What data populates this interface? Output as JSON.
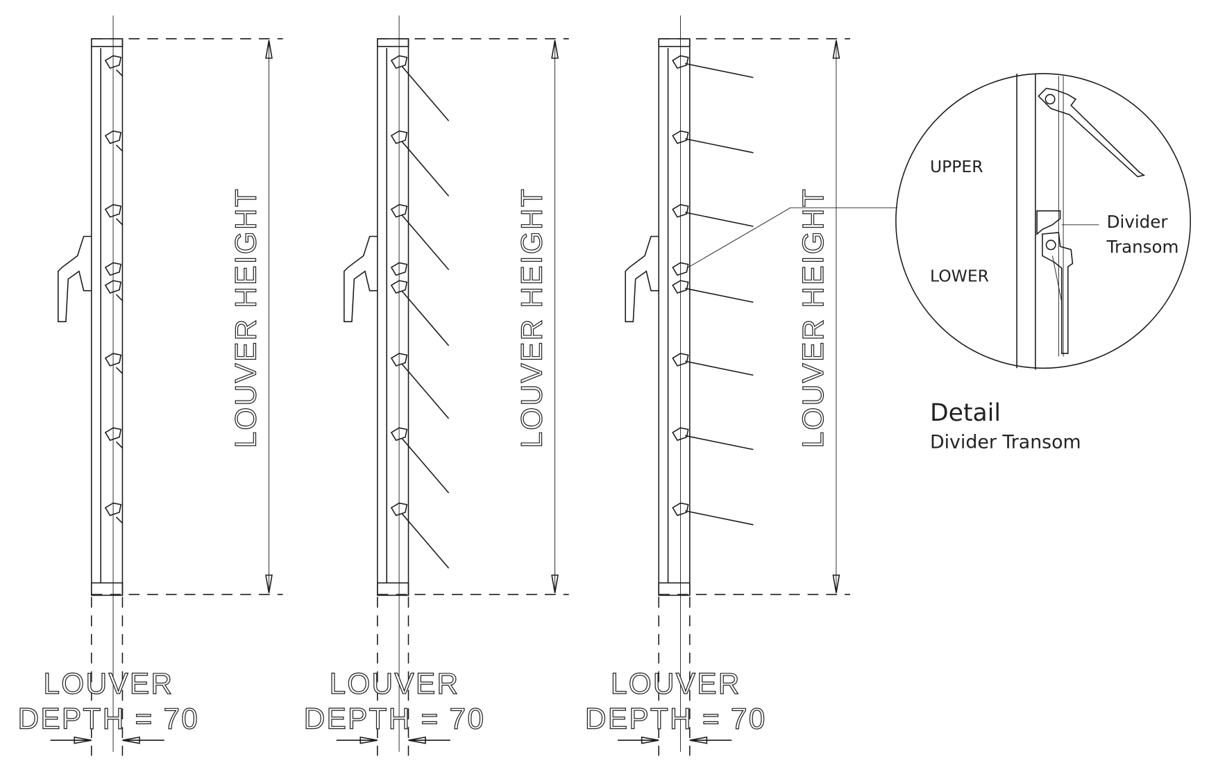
{
  "panels": [
    {
      "state": "closed",
      "height_label": "LOUVER HEIGHT",
      "depth_label_1": "LOUVER",
      "depth_label_2": "DEPTH = 70"
    },
    {
      "state": "partly-open",
      "height_label": "LOUVER HEIGHT",
      "depth_label_1": "LOUVER",
      "depth_label_2": "DEPTH = 70"
    },
    {
      "state": "open",
      "height_label": "LOUVER HEIGHT",
      "depth_label_1": "LOUVER",
      "depth_label_2": "DEPTH = 70"
    }
  ],
  "detail": {
    "upper_label": "UPPER",
    "lower_label": "LOWER",
    "callout_line1": "Divider",
    "callout_line2": "Transom",
    "title": "Detail",
    "subtitle": "Divider Transom"
  }
}
